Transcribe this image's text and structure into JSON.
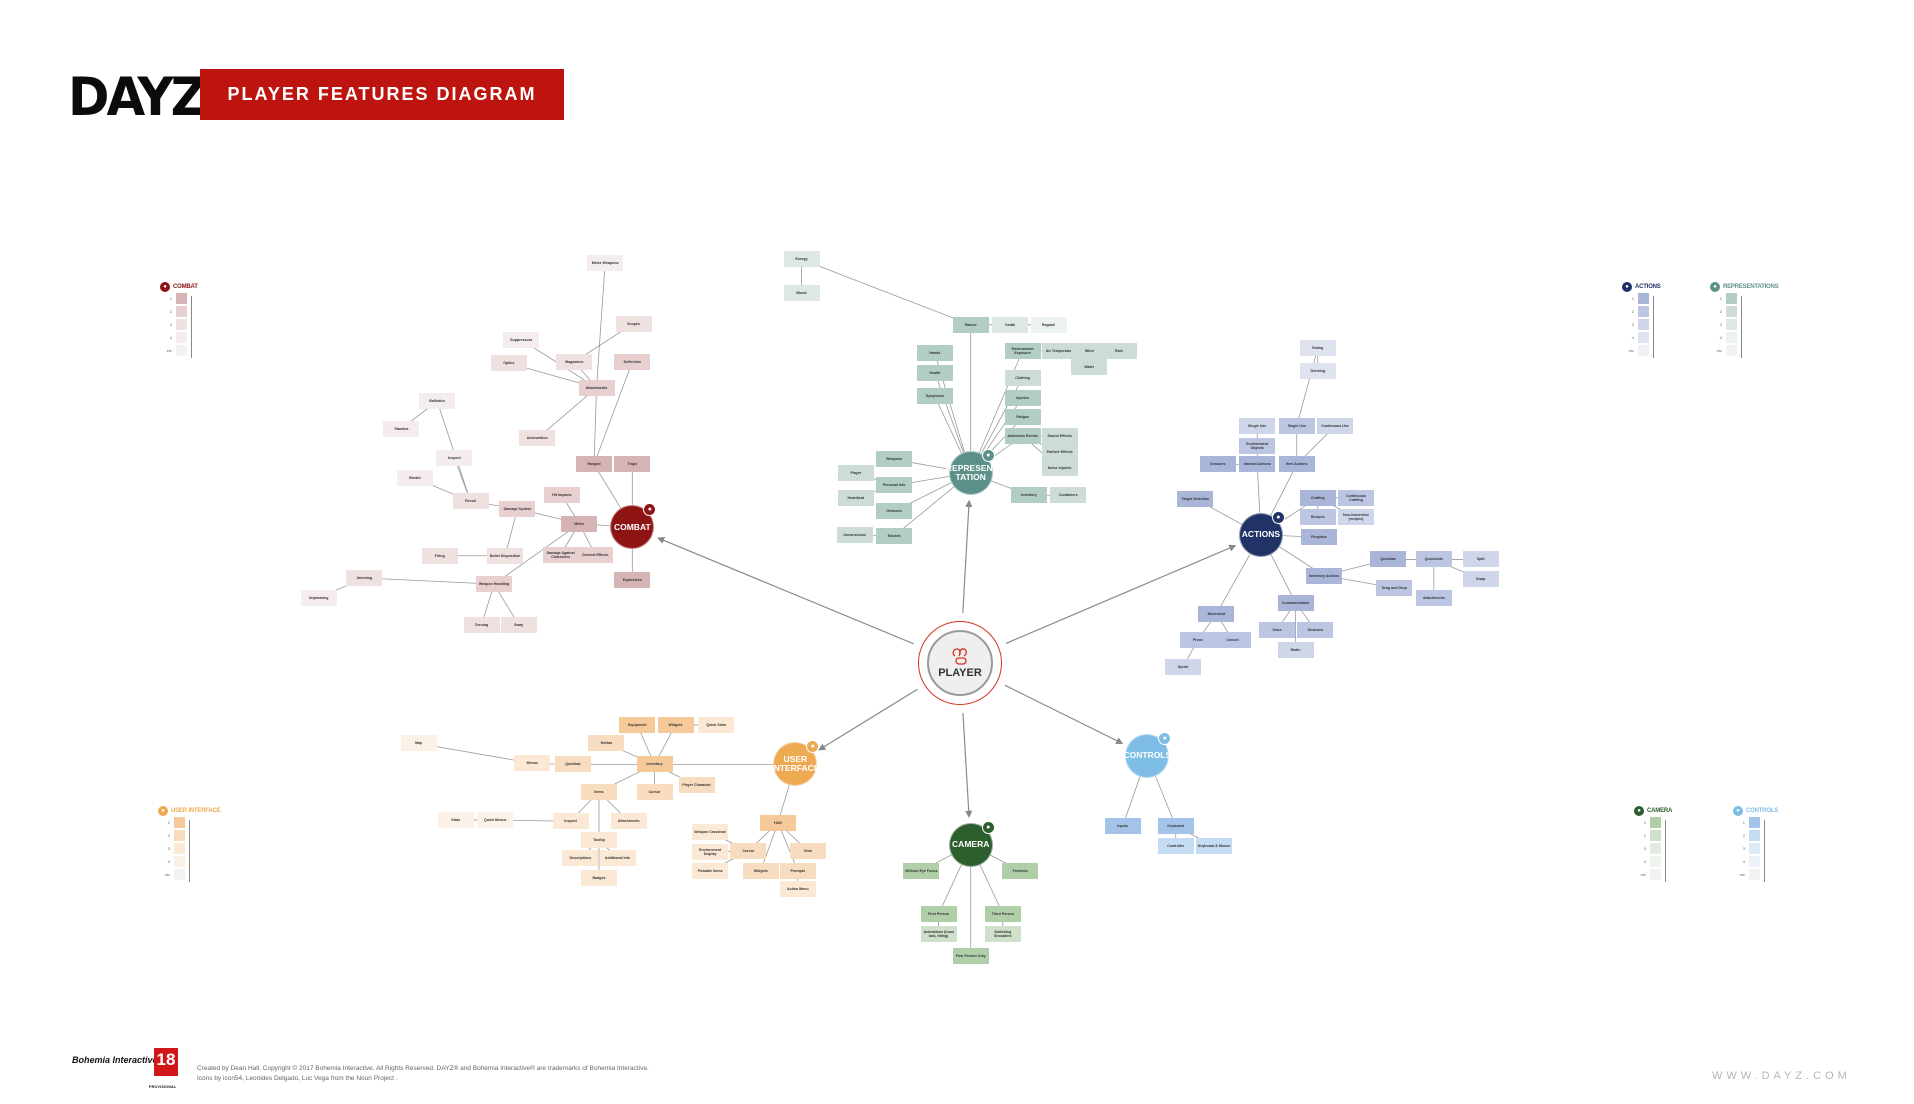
{
  "header": {
    "logo_text": "DAYZ",
    "title": "PLAYER FEATURES DIAGRAM"
  },
  "center": {
    "label": "PLAYER",
    "icon": "players-gamepad-icon"
  },
  "clusters": [
    {
      "id": "combat",
      "label": "COMBAT",
      "color": "#8e1414",
      "icon": "target-icon",
      "tiers": [
        "#d6b3b4",
        "#e8cfd0",
        "#f0e1e1",
        "#f5eded",
        "#f2f2f2"
      ],
      "nodes": [
        {
          "label": "Ranged",
          "tier": 1,
          "parent": -1
        },
        {
          "label": "Traps",
          "tier": 1,
          "parent": -1
        },
        {
          "label": "Melee",
          "tier": 1,
          "parent": -1
        },
        {
          "label": "Explosives",
          "tier": 1,
          "parent": -1
        },
        {
          "label": "Damage System",
          "tier": 2,
          "parent": 2
        },
        {
          "label": "Hit Impacts",
          "tier": 2,
          "parent": 2
        },
        {
          "label": "Damage Against Characters",
          "tier": 2,
          "parent": 2
        },
        {
          "label": "General Effects",
          "tier": 2,
          "parent": 2
        },
        {
          "label": "Weapon Handling",
          "tier": 2,
          "parent": 2
        },
        {
          "label": "Attachments",
          "tier": 2,
          "parent": 0
        },
        {
          "label": "Magazines",
          "tier": 3,
          "parent": 9
        },
        {
          "label": "Ammunition",
          "tier": 3,
          "parent": 9
        },
        {
          "label": "Bullet Disposition",
          "tier": 3,
          "parent": 4
        },
        {
          "label": "Firing",
          "tier": 3,
          "parent": 12
        },
        {
          "label": "Zeroing",
          "tier": 3,
          "parent": 8
        },
        {
          "label": "Sway",
          "tier": 3,
          "parent": 8
        },
        {
          "label": "Recoil",
          "tier": 3,
          "parent": 4
        },
        {
          "label": "Deflection",
          "tier": 2,
          "parent": 0
        },
        {
          "label": "Scopes",
          "tier": 3,
          "parent": 10
        },
        {
          "label": "Ballistics",
          "tier": 4,
          "parent": 16
        },
        {
          "label": "Inspect",
          "tier": 4,
          "parent": 16
        },
        {
          "label": "Optics",
          "tier": 3,
          "parent": 9
        },
        {
          "label": "Suppressors",
          "tier": 4,
          "parent": 9
        },
        {
          "label": "Melee Weapons",
          "tier": 4,
          "parent": 9
        },
        {
          "label": "Stamina",
          "tier": 4,
          "parent": 19
        },
        {
          "label": "Jamming",
          "tier": 3,
          "parent": 8
        },
        {
          "label": "Unjamming",
          "tier": 4,
          "parent": 25
        },
        {
          "label": "Breath",
          "tier": 4,
          "parent": 16
        }
      ]
    },
    {
      "id": "representation",
      "label": "REPRESEN-TATION",
      "color": "#5b9189",
      "icon": "speech-icon",
      "tiers": [
        "#b2ccc6",
        "#cddcd8",
        "#dde7e4",
        "#ecf3f1",
        "#f2f2f2"
      ],
      "nodes": [
        {
          "label": "Stance",
          "tier": 1,
          "parent": -1
        },
        {
          "label": "Health",
          "tier": 1,
          "parent": -1
        },
        {
          "label": "Symptoms",
          "tier": 1,
          "parent": -1
        },
        {
          "label": "Environment Exposure",
          "tier": 1,
          "parent": -1
        },
        {
          "label": "Clothing",
          "tier": 2,
          "parent": -1
        },
        {
          "label": "Injuries",
          "tier": 1,
          "parent": -1
        },
        {
          "label": "Fatigue",
          "tier": 1,
          "parent": -1
        },
        {
          "label": "Animation Events",
          "tier": 1,
          "parent": -1
        },
        {
          "label": "Inventory",
          "tier": 1,
          "parent": -1
        },
        {
          "label": "Containers",
          "tier": 2,
          "parent": 8
        },
        {
          "label": "Sound Effects",
          "tier": 2,
          "parent": 7
        },
        {
          "label": "Particle Effects",
          "tier": 2,
          "parent": 7
        },
        {
          "label": "Noise Injuries",
          "tier": 2,
          "parent": 7
        },
        {
          "label": "Air Temperature",
          "tier": 2,
          "parent": 3
        },
        {
          "label": "Wind",
          "tier": 2,
          "parent": 13
        },
        {
          "label": "Rain",
          "tier": 2,
          "parent": 13
        },
        {
          "label": "Water",
          "tier": 2,
          "parent": 13
        },
        {
          "label": "Hands",
          "tier": 1,
          "parent": -1
        },
        {
          "label": "Weapons",
          "tier": 1,
          "parent": -1
        },
        {
          "label": "Personal Info",
          "tier": 1,
          "parent": -1
        },
        {
          "label": "Gestures",
          "tier": 1,
          "parent": -1
        },
        {
          "label": "Emotes",
          "tier": 1,
          "parent": -1
        },
        {
          "label": "Player",
          "tier": 2,
          "parent": 19
        },
        {
          "label": "Heartbeat",
          "tier": 2,
          "parent": 19
        },
        {
          "label": "Unconscious",
          "tier": 2,
          "parent": 21
        },
        {
          "label": "Death",
          "tier": 3,
          "parent": 0
        },
        {
          "label": "Ragdoll",
          "tier": 4,
          "parent": 25
        },
        {
          "label": "Energy",
          "tier": 3,
          "parent": 0
        },
        {
          "label": "Blood",
          "tier": 3,
          "parent": 27
        }
      ]
    },
    {
      "id": "actions",
      "label": "ACTIONS",
      "color": "#213366",
      "icon": "exclamation-icon",
      "tiers": [
        "#aab6d9",
        "#bcc6e2",
        "#d0d6ea",
        "#dfe3f0",
        "#eff1f7"
      ],
      "nodes": [
        {
          "label": "Crafting",
          "tier": 1,
          "parent": -1
        },
        {
          "label": "Continuous Crafting",
          "tier": 2,
          "parent": 0
        },
        {
          "label": "Recipes",
          "tier": 2,
          "parent": 0
        },
        {
          "label": "Non-immersive (recipes)",
          "tier": 3,
          "parent": 0
        },
        {
          "label": "Fireplace",
          "tier": 1,
          "parent": -1
        },
        {
          "label": "Inventory Actions",
          "tier": 1,
          "parent": -1
        },
        {
          "label": "Item Actions",
          "tier": 1,
          "parent": -1
        },
        {
          "label": "Single Use",
          "tier": 2,
          "parent": 6
        },
        {
          "label": "Interact Actions",
          "tier": 1,
          "parent": -1
        },
        {
          "label": "Environment Objects",
          "tier": 2,
          "parent": 8
        },
        {
          "label": "Single Use",
          "tier": 3,
          "parent": 9
        },
        {
          "label": "Gestures",
          "tier": 1,
          "parent": 8
        },
        {
          "label": "Target Selection",
          "tier": 1,
          "parent": -1
        },
        {
          "label": "Communication",
          "tier": 1,
          "parent": -1
        },
        {
          "label": "Voice",
          "tier": 2,
          "parent": 13
        },
        {
          "label": "Gestures",
          "tier": 2,
          "parent": 13
        },
        {
          "label": "Radio",
          "tier": 3,
          "parent": 13
        },
        {
          "label": "Movement",
          "tier": 1,
          "parent": -1
        },
        {
          "label": "Prone",
          "tier": 2,
          "parent": 17
        },
        {
          "label": "Crouch",
          "tier": 2,
          "parent": 17
        },
        {
          "label": "Sprint",
          "tier": 3,
          "parent": 18
        },
        {
          "label": "Quickbar",
          "tier": 1,
          "parent": 5
        },
        {
          "label": "Drag and Drop",
          "tier": 2,
          "parent": 5
        },
        {
          "label": "Quickslots",
          "tier": 2,
          "parent": 21
        },
        {
          "label": "Split",
          "tier": 3,
          "parent": 23
        },
        {
          "label": "Swap",
          "tier": 3,
          "parent": 23
        },
        {
          "label": "Attachments",
          "tier": 2,
          "parent": 23
        },
        {
          "label": "Continuous Use",
          "tier": 3,
          "parent": 6
        },
        {
          "label": "Eating",
          "tier": 4,
          "parent": 7
        },
        {
          "label": "Drinking",
          "tier": 4,
          "parent": 28
        }
      ]
    },
    {
      "id": "ui",
      "label": "USER INTERFACE",
      "color": "#eea953",
      "icon": "ui-icon",
      "tiers": [
        "#f5c99a",
        "#f8dcbf",
        "#fbe8d5",
        "#fcf1e6",
        "#f2f2f2"
      ],
      "nodes": [
        {
          "label": "Inventory",
          "tier": 1,
          "parent": -1
        },
        {
          "label": "HUD",
          "tier": 1,
          "parent": -1
        },
        {
          "label": "Equipment",
          "tier": 1,
          "parent": 0
        },
        {
          "label": "Widgets",
          "tier": 1,
          "parent": 0
        },
        {
          "label": "Quick Slots",
          "tier": 3,
          "parent": 3
        },
        {
          "label": "Hotbar",
          "tier": 2,
          "parent": 0
        },
        {
          "label": "Quickbar",
          "tier": 2,
          "parent": 0
        },
        {
          "label": "Player Character",
          "tier": 2,
          "parent": 0
        },
        {
          "label": "Cursor",
          "tier": 2,
          "parent": 0
        },
        {
          "label": "Items",
          "tier": 2,
          "parent": 0
        },
        {
          "label": "Inspect",
          "tier": 3,
          "parent": 9
        },
        {
          "label": "Tooltip",
          "tier": 3,
          "parent": 9
        },
        {
          "label": "Descriptions",
          "tier": 3,
          "parent": 11
        },
        {
          "label": "Additional Info",
          "tier": 3,
          "parent": 11
        },
        {
          "label": "Badges",
          "tier": 3,
          "parent": 11
        },
        {
          "label": "Attachments",
          "tier": 3,
          "parent": 9
        },
        {
          "label": "Cursor",
          "tier": 2,
          "parent": 1
        },
        {
          "label": "Chat",
          "tier": 2,
          "parent": 1
        },
        {
          "label": "Widgets",
          "tier": 2,
          "parent": 1
        },
        {
          "label": "Prompts",
          "tier": 2,
          "parent": 1
        },
        {
          "label": "Action Menu",
          "tier": 3,
          "parent": 19
        },
        {
          "label": "Weapon Crosshair",
          "tier": 3,
          "parent": 16
        },
        {
          "label": "Environment Display",
          "tier": 3,
          "parent": 16
        },
        {
          "label": "Pickable Items",
          "tier": 3,
          "parent": 16
        },
        {
          "label": "Menus",
          "tier": 3,
          "parent": 6
        },
        {
          "label": "Quick Menus",
          "tier": 4,
          "parent": 10
        },
        {
          "label": "Stats",
          "tier": 4,
          "parent": 25
        },
        {
          "label": "Map",
          "tier": 4,
          "parent": 24
        }
      ]
    },
    {
      "id": "camera",
      "label": "CAMERA",
      "color": "#2d5e2d",
      "icon": "eye-icon",
      "tiers": [
        "#b0cfa9",
        "#cfe1ca",
        "#e0ecdd",
        "#eef5ec",
        "#f2f2f2"
      ],
      "nodes": [
        {
          "label": "Without Eye Focus",
          "tier": 1,
          "parent": -1
        },
        {
          "label": "Freelook",
          "tier": 1,
          "parent": -1
        },
        {
          "label": "First Person",
          "tier": 1,
          "parent": -1
        },
        {
          "label": "Animations (head bob, tilting)",
          "tier": 2,
          "parent": 2
        },
        {
          "label": "First Person Only",
          "tier": 1,
          "parent": -1
        },
        {
          "label": "Third Person",
          "tier": 1,
          "parent": -1
        },
        {
          "label": "Switching Shoulders",
          "tier": 2,
          "parent": 5
        }
      ]
    },
    {
      "id": "controls",
      "label": "CONTROLS",
      "color": "#7dbde6",
      "icon": "controller-icon",
      "tiers": [
        "#a3c4e8",
        "#c6dcf2",
        "#dce9f6",
        "#ebf2fa",
        "#f2f2f2"
      ],
      "nodes": [
        {
          "label": "Inputs",
          "tier": 1,
          "parent": -1
        },
        {
          "label": "Keyboard",
          "tier": 1,
          "parent": -1
        },
        {
          "label": "Controller",
          "tier": 2,
          "parent": 1
        },
        {
          "label": "Keyboard & Mouse",
          "tier": 2,
          "parent": 1
        }
      ]
    }
  ],
  "legends": {
    "levels": [
      "1",
      "2",
      "3",
      "4",
      "etc"
    ],
    "combat": "COMBAT",
    "actions": "ACTIONS",
    "representations": "REPRESENTATIONS",
    "ui": "USER INTERFACE",
    "camera": "CAMERA",
    "controls": "CONTROLS"
  },
  "footer": {
    "publisher": "Bohemia Interactive",
    "rating": "18",
    "rating_note": "PROVISIONAL",
    "credits_line1": "Created by Dean Hall. Copyright © 2017 Bohemia Interactive. All Rights Reserved. DAYZ® and Bohemia Interactive® are trademarks of Bohemia Interactive.",
    "credits_line2": "Icons by icon54, Leonides Delgado, Luc Vega from the Noun Project .",
    "website": "WWW.DAYZ.COM"
  }
}
